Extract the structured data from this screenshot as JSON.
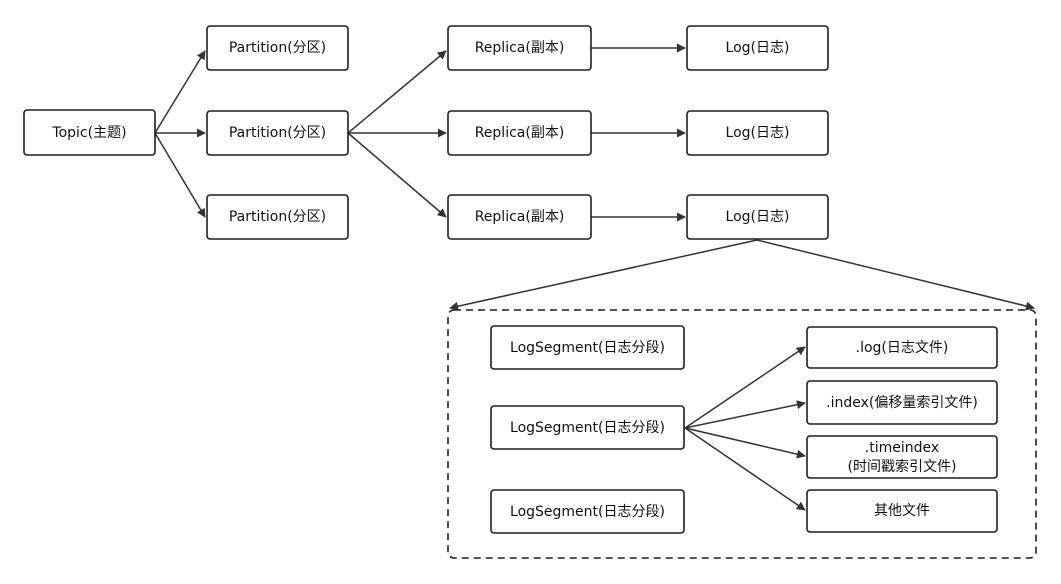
{
  "diagram": {
    "nodes": {
      "topic": {
        "label": "Topic(主题)"
      },
      "partition_1": {
        "label": "Partition(分区)"
      },
      "partition_2": {
        "label": "Partition(分区)"
      },
      "partition_3": {
        "label": "Partition(分区)"
      },
      "replica_1": {
        "label": "Replica(副本)"
      },
      "replica_2": {
        "label": "Replica(副本)"
      },
      "replica_3": {
        "label": "Replica(副本)"
      },
      "log_1": {
        "label": "Log(日志)"
      },
      "log_2": {
        "label": "Log(日志)"
      },
      "log_3": {
        "label": "Log(日志)"
      },
      "segment_1": {
        "label": "LogSegment(日志分段)"
      },
      "segment_2": {
        "label": "LogSegment(日志分段)"
      },
      "segment_3": {
        "label": "LogSegment(日志分段)"
      },
      "log_file": {
        "label": ".log(日志文件)"
      },
      "index_file": {
        "label": ".index(偏移量索引文件)"
      },
      "timeindex_file": {
        "line1": ".timeindex",
        "line2": "(时间戳索引文件)"
      },
      "other_files": {
        "label": "其他文件"
      }
    },
    "colors": {
      "stroke": "#1f1f1f",
      "edge": "#333333",
      "text": "#111111",
      "background": "#ffffff"
    }
  }
}
